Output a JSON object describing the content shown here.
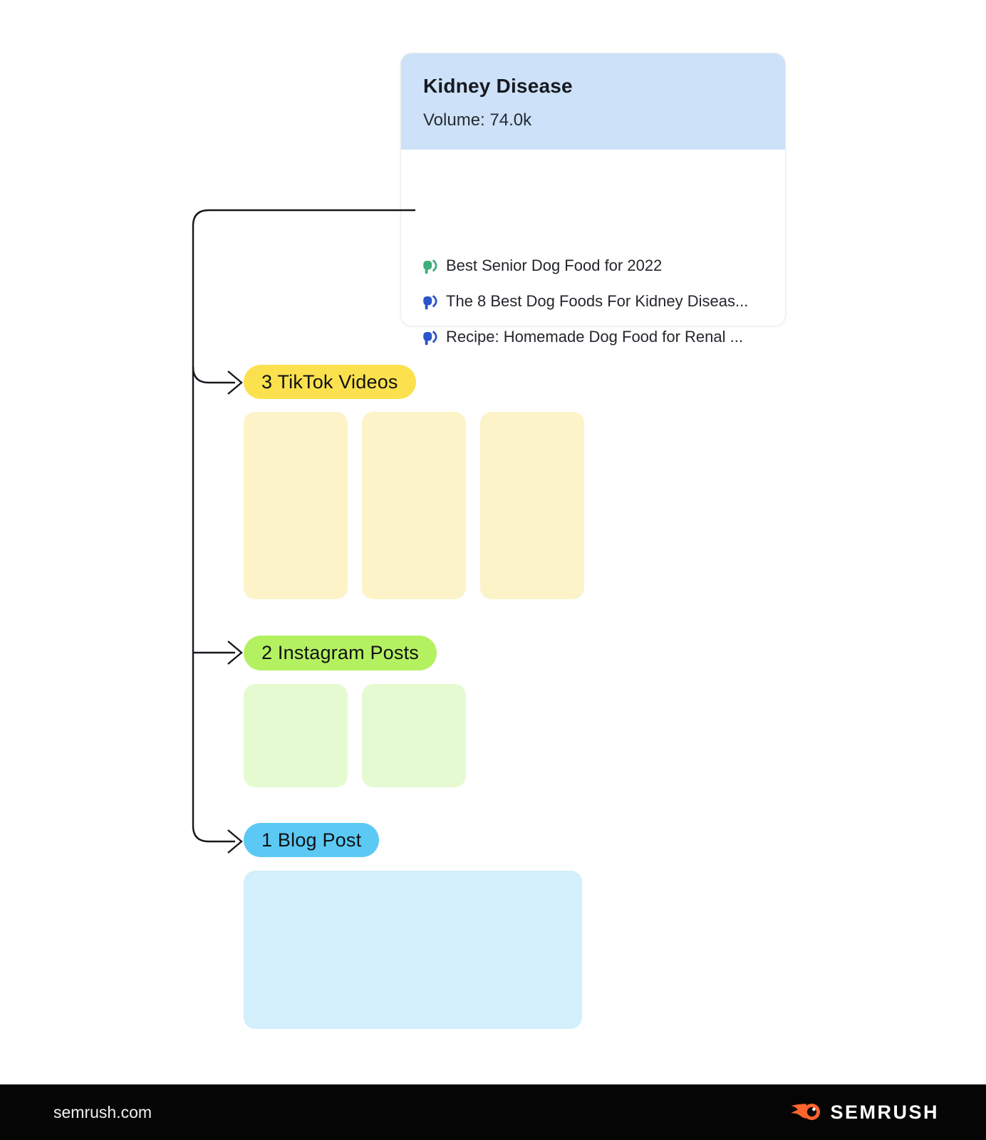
{
  "keyword_card": {
    "title": "Kidney Disease",
    "volume": "Volume: 74.0k",
    "header_color": "#CDE1F8",
    "icon_color": "#8D939E",
    "articles": [
      {
        "label": "Best Senior Dog Food for 2022",
        "icon": "megaphone-icon",
        "icon_color": "#3EAE7C"
      },
      {
        "label": "The 8 Best Dog Foods For Kidney Diseas...",
        "icon": "megaphone-icon",
        "icon_color": "#2B55CB"
      },
      {
        "label": "Recipe: Homemade Dog Food for Renal ...",
        "icon": "megaphone-icon",
        "icon_color": "#2B55CB"
      }
    ]
  },
  "branches": [
    {
      "id": "tiktok",
      "label": "3 TikTok Videos",
      "count": 3,
      "pill_color": "#FBE14E",
      "tile_color": "#FCF3C8"
    },
    {
      "id": "instagram",
      "label": "2 Instagram Posts",
      "count": 2,
      "pill_color": "#B4F161",
      "tile_color": "#E6FAD2"
    },
    {
      "id": "blog",
      "label": "1 Blog Post",
      "count": 1,
      "pill_color": "#5BC9F4",
      "tile_color": "#D2EFFB"
    }
  ],
  "connector_color": "#15181c",
  "footer": {
    "site_label": "semrush.com",
    "brand_name": "SEMRUSH",
    "brand_color": "#FF642D",
    "bar_color": "#050505"
  }
}
